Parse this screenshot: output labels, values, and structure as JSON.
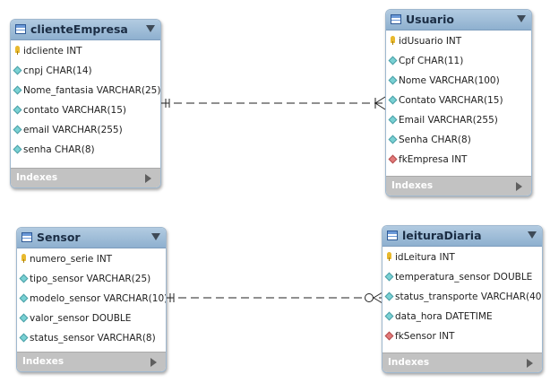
{
  "entities": {
    "clienteEmpresa": {
      "name": "clienteEmpresa",
      "columns": [
        {
          "text": "idcliente INT",
          "kind": "pk"
        },
        {
          "text": "cnpj CHAR(14)",
          "kind": "attr"
        },
        {
          "text": "Nome_fantasia VARCHAR(25)",
          "kind": "attr"
        },
        {
          "text": "contato VARCHAR(15)",
          "kind": "attr"
        },
        {
          "text": "email VARCHAR(255)",
          "kind": "attr"
        },
        {
          "text": "senha CHAR(8)",
          "kind": "attr"
        }
      ],
      "indexes_label": "Indexes"
    },
    "Usuario": {
      "name": "Usuario",
      "columns": [
        {
          "text": "idUsuario INT",
          "kind": "pk"
        },
        {
          "text": "Cpf CHAR(11)",
          "kind": "attr"
        },
        {
          "text": "Nome VARCHAR(100)",
          "kind": "attr"
        },
        {
          "text": "Contato VARCHAR(15)",
          "kind": "attr"
        },
        {
          "text": "Email VARCHAR(255)",
          "kind": "attr"
        },
        {
          "text": "Senha CHAR(8)",
          "kind": "attr"
        },
        {
          "text": "fkEmpresa INT",
          "kind": "fk"
        }
      ],
      "indexes_label": "Indexes"
    },
    "Sensor": {
      "name": "Sensor",
      "columns": [
        {
          "text": "numero_serie INT",
          "kind": "pk"
        },
        {
          "text": "tipo_sensor VARCHAR(25)",
          "kind": "attr"
        },
        {
          "text": "modelo_sensor VARCHAR(10)",
          "kind": "attr"
        },
        {
          "text": "valor_sensor DOUBLE",
          "kind": "attr"
        },
        {
          "text": "status_sensor VARCHAR(8)",
          "kind": "attr"
        }
      ],
      "indexes_label": "Indexes"
    },
    "leituraDiaria": {
      "name": "leituraDiaria",
      "columns": [
        {
          "text": "idLeitura INT",
          "kind": "pk"
        },
        {
          "text": "temperatura_sensor DOUBLE",
          "kind": "attr"
        },
        {
          "text": "status_transporte VARCHAR(40)",
          "kind": "attr"
        },
        {
          "text": "data_hora DATETIME",
          "kind": "attr"
        },
        {
          "text": "fkSensor INT",
          "kind": "fk"
        }
      ],
      "indexes_label": "Indexes"
    }
  },
  "relationships": [
    {
      "from": "clienteEmpresa",
      "to": "Usuario",
      "from_card": "one-and-only-one",
      "to_card": "one-or-many"
    },
    {
      "from": "Sensor",
      "to": "leituraDiaria",
      "from_card": "one-and-only-one",
      "to_card": "zero-or-many"
    }
  ],
  "colors": {
    "header": "#9dbbd8",
    "pk": "#e8b92e",
    "attr": "#79d1d4",
    "fk": "#e27a7a",
    "indexes_bar": "#c2c2c2",
    "line": "#222222"
  }
}
